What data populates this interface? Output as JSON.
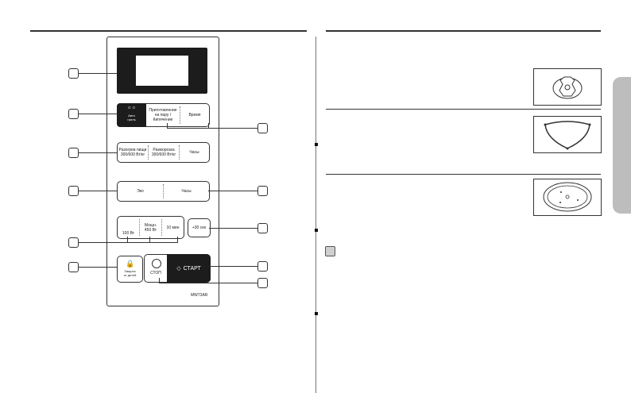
{
  "control_panel": {
    "buttons": {
      "auto_grill_top": "Авто",
      "auto_grill_bottom": "гриль",
      "steam_cooking_line1": "Приготовление",
      "steam_cooking_line2": "на пару / Кипячение",
      "time_label": "Время",
      "reheat_line1": "Разогрев пищи",
      "reheat_line2": "300/600 Вт/кг",
      "defrost_line1": "Разморозка",
      "defrost_line2": "300/600 Вт/кг",
      "kitchen_timer": "Часы",
      "eco_label": "Эко",
      "clock_label": "Часы",
      "power_low": "100 Вт",
      "power_mid_top": "Мощн.",
      "power_mid": "450 Вт",
      "power_high": "10 мин",
      "plus_30": "+30 сек",
      "child_lock_line1": "Защита",
      "child_lock_line2": "от детей",
      "stop_label": "СТОП",
      "start_label": "СТАРТ"
    },
    "model_label": "MW73AR"
  },
  "accessories": {
    "items": [
      {
        "name": "coupler-image"
      },
      {
        "name": "roller-ring-image"
      },
      {
        "name": "turntable-image"
      }
    ]
  },
  "colors": {
    "panel_dark": "#1c1c1c",
    "side_tab": "#bdbdbd",
    "note_box": "#cfcfcf"
  }
}
